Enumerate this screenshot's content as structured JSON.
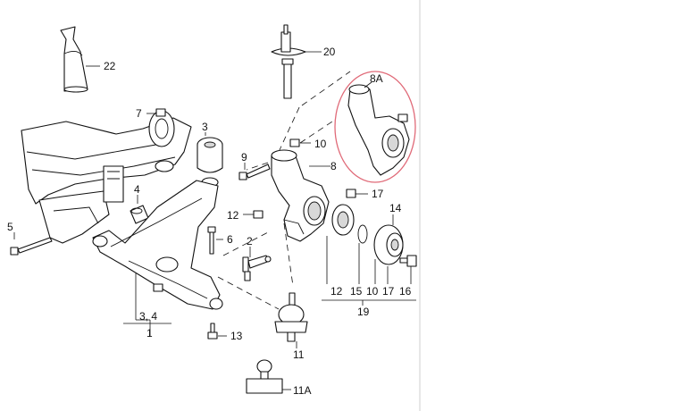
{
  "callouts": {
    "c1": "1",
    "c2": "2",
    "c3": "3",
    "c3_4": "3, 4",
    "c4": "4",
    "c5": "5",
    "c6": "6",
    "c7": "7",
    "c8": "8",
    "c8a": "8A",
    "c9": "9",
    "c10": "10",
    "c11": "11",
    "c11a": "11A",
    "c12": "12",
    "c13": "13",
    "c14": "14",
    "c17": "17",
    "c20": "20",
    "c22": "22",
    "c19": "19",
    "group_19": [
      "12",
      "15",
      "10",
      "17",
      "16"
    ]
  },
  "highlight_color": "#e06a78",
  "panel_border_color": "#cfcfcf"
}
